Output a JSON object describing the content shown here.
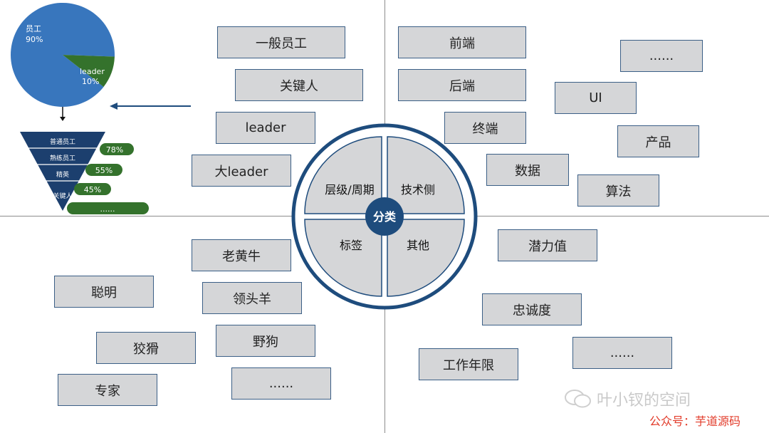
{
  "pie": {
    "slices": [
      {
        "label": "员工",
        "percent": "90%",
        "value": 90,
        "color": "#3876bd"
      },
      {
        "label": "leader",
        "percent": "10%",
        "value": 10,
        "color": "#34722c"
      }
    ]
  },
  "funnel": {
    "levels": [
      "普通员工",
      "熟练员工",
      "精英",
      "关键人"
    ],
    "badges": [
      "78%",
      "55%",
      "45%",
      "......"
    ],
    "colors": {
      "funnel": "#1c3f6e",
      "badge": "#34722c"
    }
  },
  "center": {
    "label": "分类",
    "quadrants": [
      "层级/周期",
      "技术侧",
      "标签",
      "其他"
    ],
    "colors": {
      "ring": "#1e4c7d",
      "quadrant": "#d5d6d8"
    }
  },
  "boxes": {
    "level": [
      "一般员工",
      "关键人",
      "leader",
      "大leader"
    ],
    "tech": [
      "前端",
      "后端",
      "终端",
      "数据",
      "......",
      "UI",
      "产品",
      "算法"
    ],
    "tags": [
      "老黄牛",
      "领头羊",
      "野狗",
      "......",
      "聪明",
      "狡猾",
      "专家"
    ],
    "other": [
      "潜力值",
      "忠诚度",
      "工作年限",
      "......"
    ]
  },
  "watermark": {
    "name": "叶小钗的空间",
    "account": "公众号：芋道源码"
  }
}
